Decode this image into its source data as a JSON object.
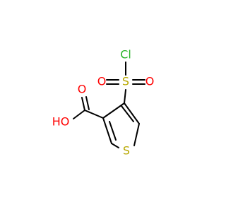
{
  "molecule": {
    "atoms": {
      "cl": "Cl",
      "s_sulfonyl": "S",
      "o_left": "O",
      "o_right": "O",
      "o_carbonyl": "O",
      "oh": "HO",
      "s_ring": "S"
    }
  },
  "colors": {
    "bond": "#000000",
    "chlorine": "#2ab52a",
    "sulfur": "#b8a800",
    "oxygen": "#ff0000"
  }
}
